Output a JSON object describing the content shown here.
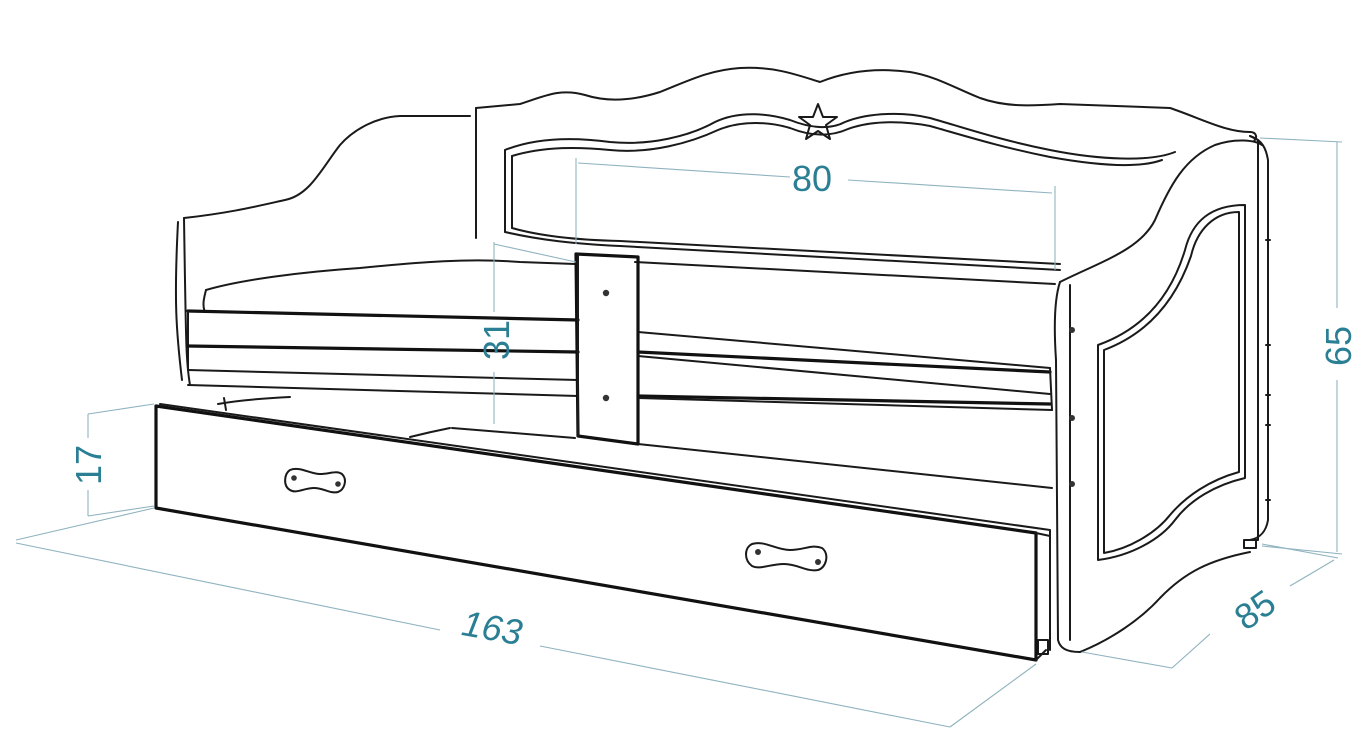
{
  "dimensions": {
    "length": "163",
    "depth": "85",
    "height": "65",
    "inner_width": "80",
    "barrier_height": "31",
    "drawer_height": "17"
  },
  "colors": {
    "line": "#1a1a1a",
    "dimension_line": "#8fb3bf",
    "dimension_text": "#2a7f94",
    "background": "#ffffff"
  },
  "icons": {
    "headboard_ornament": "star-icon",
    "drawer_handles": "handle-icon"
  }
}
